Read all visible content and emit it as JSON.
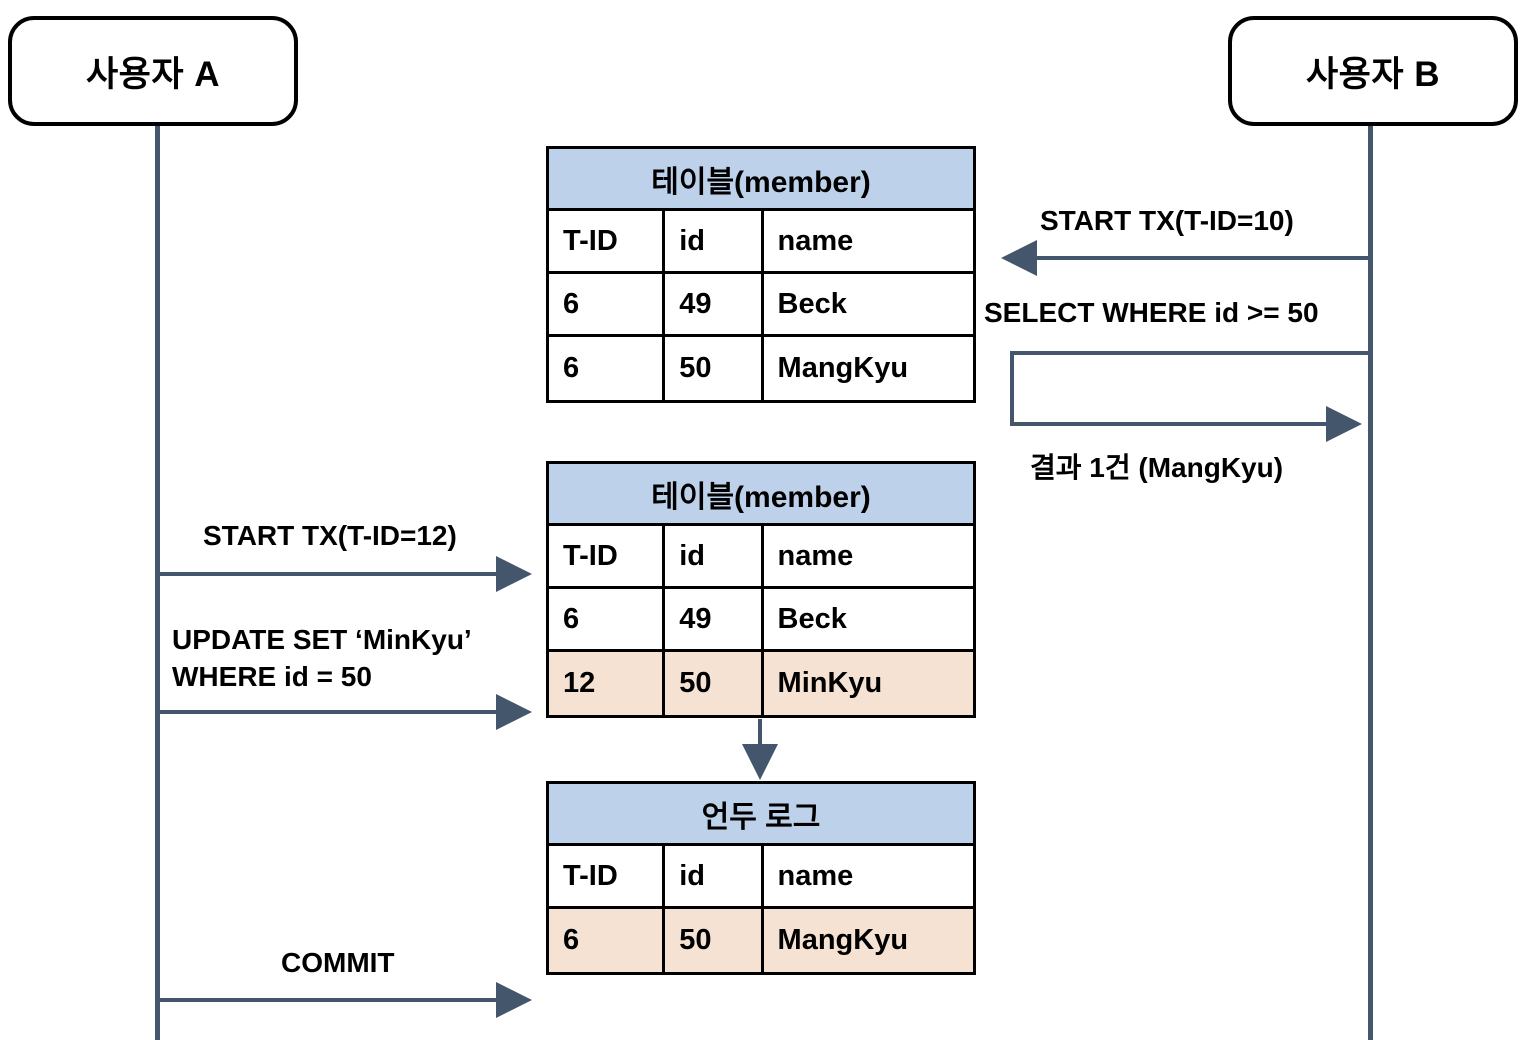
{
  "diagram": {
    "title": "MVCC undo log sequence diagram",
    "colors": {
      "table_header_blue": "#BDD2EA",
      "row_highlight_peach": "#F6E2D3",
      "lifeline_slate": "#44566C",
      "border_black": "#000000",
      "background": "#FFFFFF"
    }
  },
  "actors": {
    "left": {
      "label": "사용자 A"
    },
    "right": {
      "label": "사용자 B"
    }
  },
  "tables": [
    {
      "id": "member-1",
      "title": "테이블(member)",
      "columns": [
        "T-ID",
        "id",
        "name"
      ],
      "rows": [
        {
          "cells": [
            "6",
            "49",
            "Beck"
          ],
          "highlight": false
        },
        {
          "cells": [
            "6",
            "50",
            "MangKyu"
          ],
          "highlight": false
        }
      ]
    },
    {
      "id": "member-2",
      "title": "테이블(member)",
      "columns": [
        "T-ID",
        "id",
        "name"
      ],
      "rows": [
        {
          "cells": [
            "6",
            "49",
            "Beck"
          ],
          "highlight": false
        },
        {
          "cells": [
            "12",
            "50",
            "MinKyu"
          ],
          "highlight": true
        }
      ]
    },
    {
      "id": "undo-log",
      "title": "언두 로그",
      "columns": [
        "T-ID",
        "id",
        "name"
      ],
      "rows": [
        {
          "cells": [
            "6",
            "50",
            "MangKyu"
          ],
          "highlight": true
        }
      ]
    }
  ],
  "messages": {
    "start_tx_b": "START TX(T-ID=10)",
    "select_where": "SELECT WHERE id >= 50",
    "result_row": "결과 1건 (MangKyu)",
    "start_tx_a": "START TX(T-ID=12)",
    "update_set": "UPDATE SET ‘MinKyu’\nWHERE id = 50",
    "commit": "COMMIT"
  }
}
